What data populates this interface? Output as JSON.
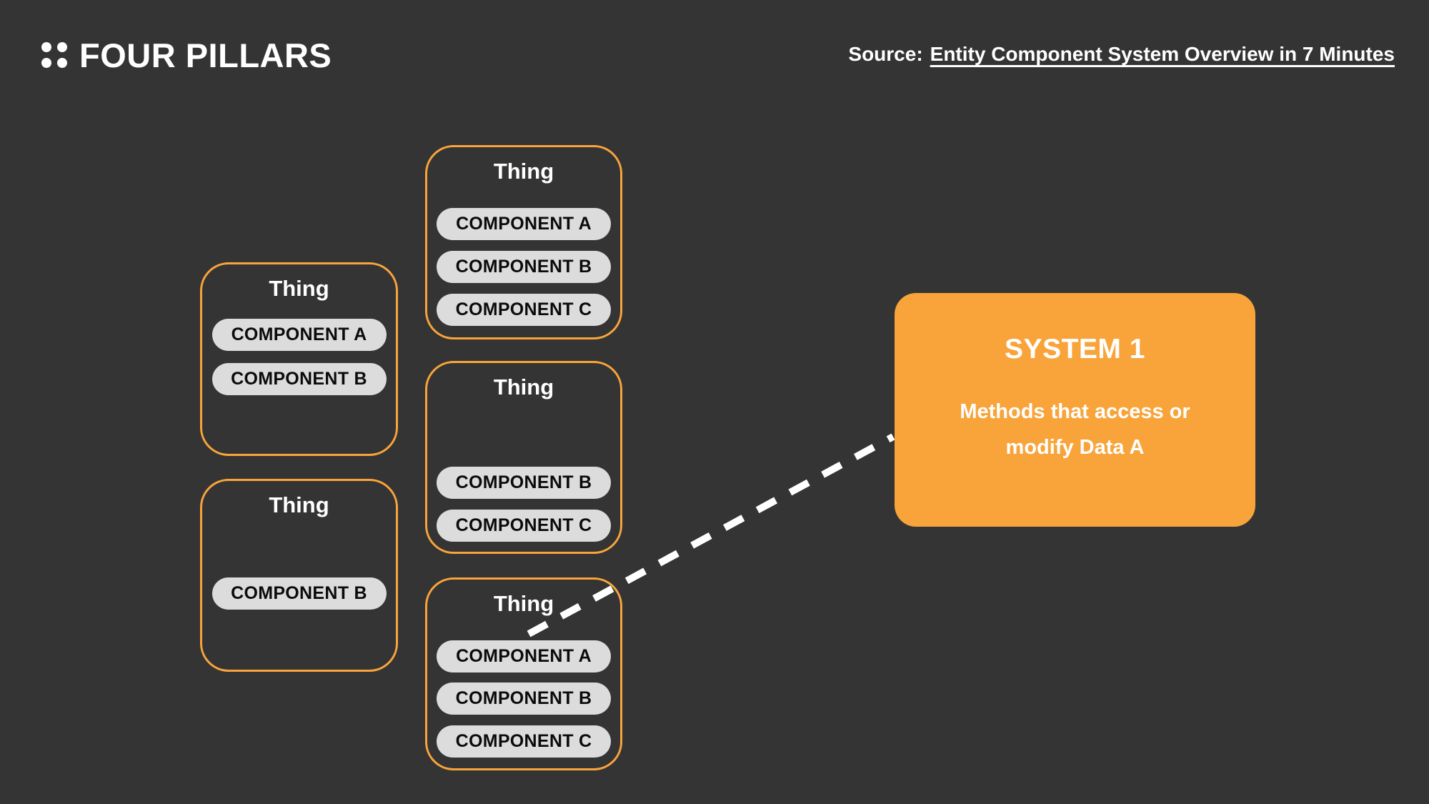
{
  "colors": {
    "background": "#343434",
    "accent": "#F8A43A",
    "pill": "#DCDCDC",
    "pill_text": "#0B0B0B",
    "text_light": "#FFFFFF"
  },
  "header": {
    "logo_text": "FOUR PILLARS",
    "source_label": "Source:",
    "source_link": "Entity Component System Overview in 7 Minutes"
  },
  "things": [
    {
      "title": "Thing",
      "pills": [
        "COMPONENT A",
        "COMPONENT B"
      ]
    },
    {
      "title": "Thing",
      "pills": [
        "COMPONENT B"
      ]
    },
    {
      "title": "Thing",
      "pills": [
        "COMPONENT A",
        "COMPONENT B",
        "COMPONENT C"
      ]
    },
    {
      "title": "Thing",
      "pills": [
        "COMPONENT B",
        "COMPONENT C"
      ]
    },
    {
      "title": "Thing",
      "pills": [
        "COMPONENT A",
        "COMPONENT B",
        "COMPONENT C"
      ]
    }
  ],
  "system": {
    "title": "SYSTEM 1",
    "description_line1": "Methods that access or",
    "description_line2": "modify Data A"
  }
}
